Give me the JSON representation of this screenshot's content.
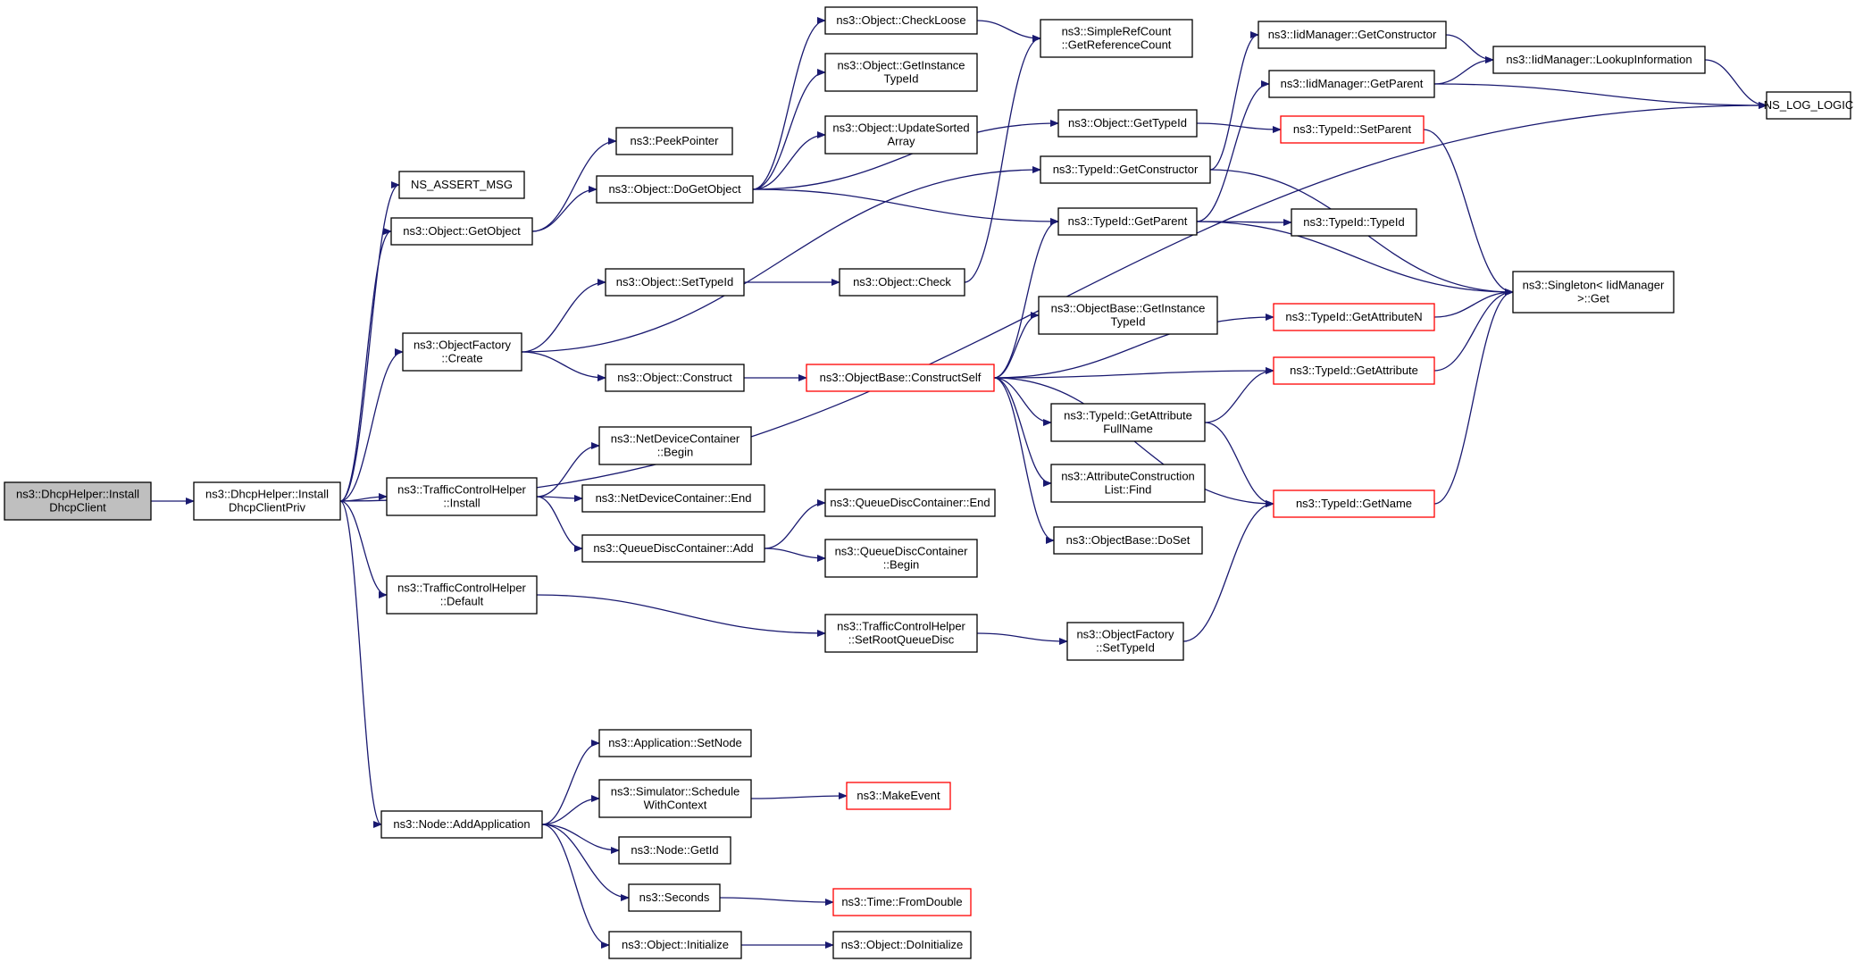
{
  "colors": {
    "edge": "#191970",
    "root_fill": "#bfbfbf",
    "truncated_border": "#ff0000",
    "node_border": "#000000"
  },
  "nodes": [
    {
      "id": "n0",
      "lines": [
        "ns3::DhcpHelper::Install",
        "DhcpClient"
      ],
      "root": true
    },
    {
      "id": "n1",
      "lines": [
        "ns3::DhcpHelper::Install",
        "DhcpClientPriv"
      ]
    },
    {
      "id": "n2",
      "lines": [
        "NS_ASSERT_MSG"
      ]
    },
    {
      "id": "n3",
      "lines": [
        "ns3::Object::GetObject"
      ]
    },
    {
      "id": "n4",
      "lines": [
        "ns3::ObjectFactory",
        "::Create"
      ]
    },
    {
      "id": "n5",
      "lines": [
        "ns3::TrafficControlHelper",
        "::Install"
      ]
    },
    {
      "id": "n6",
      "lines": [
        "ns3::TrafficControlHelper",
        "::Default"
      ]
    },
    {
      "id": "n7",
      "lines": [
        "ns3::Node::AddApplication"
      ]
    },
    {
      "id": "n8",
      "lines": [
        "ns3::PeekPointer"
      ]
    },
    {
      "id": "n9",
      "lines": [
        "ns3::Object::DoGetObject"
      ]
    },
    {
      "id": "n10",
      "lines": [
        "ns3::Object::SetTypeId"
      ]
    },
    {
      "id": "n11",
      "lines": [
        "ns3::Object::Construct"
      ]
    },
    {
      "id": "n12",
      "lines": [
        "ns3::NetDeviceContainer",
        "::Begin"
      ]
    },
    {
      "id": "n13",
      "lines": [
        "ns3::NetDeviceContainer::End"
      ]
    },
    {
      "id": "n14",
      "lines": [
        "ns3::QueueDiscContainer::Add"
      ]
    },
    {
      "id": "n15",
      "lines": [
        "ns3::Object::CheckLoose"
      ]
    },
    {
      "id": "n16",
      "lines": [
        "ns3::Object::GetInstance",
        "TypeId"
      ]
    },
    {
      "id": "n17",
      "lines": [
        "ns3::Object::UpdateSorted",
        "Array"
      ]
    },
    {
      "id": "n18",
      "lines": [
        "ns3::Object::Check"
      ]
    },
    {
      "id": "n19",
      "lines": [
        "ns3::ObjectBase::ConstructSelf"
      ],
      "truncated": true
    },
    {
      "id": "n20",
      "lines": [
        "ns3::QueueDiscContainer::End"
      ]
    },
    {
      "id": "n21",
      "lines": [
        "ns3::QueueDiscContainer",
        "::Begin"
      ]
    },
    {
      "id": "n22",
      "lines": [
        "ns3::TrafficControlHelper",
        "::SetRootQueueDisc"
      ]
    },
    {
      "id": "n23",
      "lines": [
        "ns3::Application::SetNode"
      ]
    },
    {
      "id": "n24",
      "lines": [
        "ns3::Simulator::Schedule",
        "WithContext"
      ]
    },
    {
      "id": "n25",
      "lines": [
        "ns3::Node::GetId"
      ]
    },
    {
      "id": "n26",
      "lines": [
        "ns3::Seconds"
      ]
    },
    {
      "id": "n27",
      "lines": [
        "ns3::Object::Initialize"
      ]
    },
    {
      "id": "n28",
      "lines": [
        "ns3::SimpleRefCount",
        "::GetReferenceCount"
      ]
    },
    {
      "id": "n29",
      "lines": [
        "ns3::Object::GetTypeId"
      ]
    },
    {
      "id": "n30",
      "lines": [
        "ns3::TypeId::GetConstructor"
      ]
    },
    {
      "id": "n31",
      "lines": [
        "ns3::TypeId::GetParent"
      ]
    },
    {
      "id": "n32",
      "lines": [
        "ns3::ObjectBase::GetInstance",
        "TypeId"
      ]
    },
    {
      "id": "n33",
      "lines": [
        "ns3::TypeId::GetAttribute",
        "FullName"
      ]
    },
    {
      "id": "n34",
      "lines": [
        "ns3::AttributeConstruction",
        "List::Find"
      ]
    },
    {
      "id": "n35",
      "lines": [
        "ns3::ObjectBase::DoSet"
      ]
    },
    {
      "id": "n36",
      "lines": [
        "ns3::ObjectFactory",
        "::SetTypeId"
      ]
    },
    {
      "id": "n37",
      "lines": [
        "ns3::MakeEvent"
      ],
      "truncated": true
    },
    {
      "id": "n38",
      "lines": [
        "ns3::Time::FromDouble"
      ],
      "truncated": true
    },
    {
      "id": "n39",
      "lines": [
        "ns3::Object::DoInitialize"
      ]
    },
    {
      "id": "n40",
      "lines": [
        "ns3::IidManager::GetConstructor"
      ]
    },
    {
      "id": "n41",
      "lines": [
        "ns3::IidManager::GetParent"
      ]
    },
    {
      "id": "n42",
      "lines": [
        "ns3::TypeId::SetParent"
      ],
      "truncated": true
    },
    {
      "id": "n43",
      "lines": [
        "ns3::TypeId::TypeId"
      ]
    },
    {
      "id": "n44",
      "lines": [
        "ns3::TypeId::GetAttributeN"
      ],
      "truncated": true
    },
    {
      "id": "n45",
      "lines": [
        "ns3::TypeId::GetAttribute"
      ],
      "truncated": true
    },
    {
      "id": "n46",
      "lines": [
        "ns3::TypeId::GetName"
      ],
      "truncated": true
    },
    {
      "id": "n47",
      "lines": [
        "ns3::IidManager::LookupInformation"
      ]
    },
    {
      "id": "n48",
      "lines": [
        "ns3::Singleton< IidManager",
        " >::Get"
      ]
    },
    {
      "id": "n49",
      "lines": [
        "NS_LOG_LOGIC"
      ]
    }
  ],
  "edges": [
    [
      "n0",
      "n1"
    ],
    [
      "n1",
      "n2"
    ],
    [
      "n1",
      "n3"
    ],
    [
      "n1",
      "n4"
    ],
    [
      "n1",
      "n5"
    ],
    [
      "n1",
      "n6"
    ],
    [
      "n1",
      "n7"
    ],
    [
      "n1",
      "n49"
    ],
    [
      "n3",
      "n8"
    ],
    [
      "n3",
      "n9"
    ],
    [
      "n9",
      "n15"
    ],
    [
      "n9",
      "n16"
    ],
    [
      "n9",
      "n17"
    ],
    [
      "n9",
      "n29"
    ],
    [
      "n9",
      "n31"
    ],
    [
      "n15",
      "n28"
    ],
    [
      "n18",
      "n28"
    ],
    [
      "n4",
      "n10"
    ],
    [
      "n4",
      "n11"
    ],
    [
      "n4",
      "n30"
    ],
    [
      "n10",
      "n18"
    ],
    [
      "n11",
      "n19"
    ],
    [
      "n19",
      "n32"
    ],
    [
      "n19",
      "n33"
    ],
    [
      "n19",
      "n34"
    ],
    [
      "n19",
      "n35"
    ],
    [
      "n19",
      "n31"
    ],
    [
      "n19",
      "n44"
    ],
    [
      "n19",
      "n45"
    ],
    [
      "n19",
      "n46"
    ],
    [
      "n5",
      "n12"
    ],
    [
      "n5",
      "n13"
    ],
    [
      "n5",
      "n14"
    ],
    [
      "n14",
      "n20"
    ],
    [
      "n14",
      "n21"
    ],
    [
      "n6",
      "n22"
    ],
    [
      "n22",
      "n36"
    ],
    [
      "n36",
      "n46"
    ],
    [
      "n7",
      "n23"
    ],
    [
      "n7",
      "n24"
    ],
    [
      "n7",
      "n25"
    ],
    [
      "n7",
      "n26"
    ],
    [
      "n7",
      "n27"
    ],
    [
      "n24",
      "n37"
    ],
    [
      "n26",
      "n38"
    ],
    [
      "n27",
      "n39"
    ],
    [
      "n29",
      "n42"
    ],
    [
      "n30",
      "n40"
    ],
    [
      "n30",
      "n48"
    ],
    [
      "n31",
      "n41"
    ],
    [
      "n31",
      "n43"
    ],
    [
      "n31",
      "n48"
    ],
    [
      "n33",
      "n45"
    ],
    [
      "n33",
      "n46"
    ],
    [
      "n40",
      "n47"
    ],
    [
      "n41",
      "n47"
    ],
    [
      "n41",
      "n49"
    ],
    [
      "n47",
      "n49"
    ],
    [
      "n42",
      "n48"
    ],
    [
      "n44",
      "n48"
    ],
    [
      "n45",
      "n48"
    ],
    [
      "n46",
      "n48"
    ]
  ]
}
